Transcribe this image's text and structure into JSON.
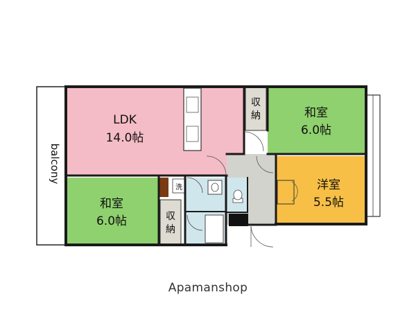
{
  "balcony": "balcony",
  "rooms": {
    "ldk": {
      "name": "LDK",
      "size": "14.0帖"
    },
    "washitsu_top": {
      "name": "和室",
      "size": "6.0帖"
    },
    "washitsu_left": {
      "name": "和室",
      "size": "6.0帖"
    },
    "youshitsu": {
      "name": "洋室",
      "size": "5.5帖"
    }
  },
  "closets": {
    "top": "収納",
    "bottom": "収納"
  },
  "wash_label": "洗",
  "watermark": "Apamanshop",
  "colors": {
    "ldk": "#f4bcc6",
    "washitsu": "#8fd16e",
    "youshitsu": "#f7bf45",
    "wet_area": "#cfe6ec",
    "hall": "#d3d3cd",
    "closet": "#dedbd2",
    "wall": "#1a1a1a",
    "pillar": "#7a3a14"
  }
}
